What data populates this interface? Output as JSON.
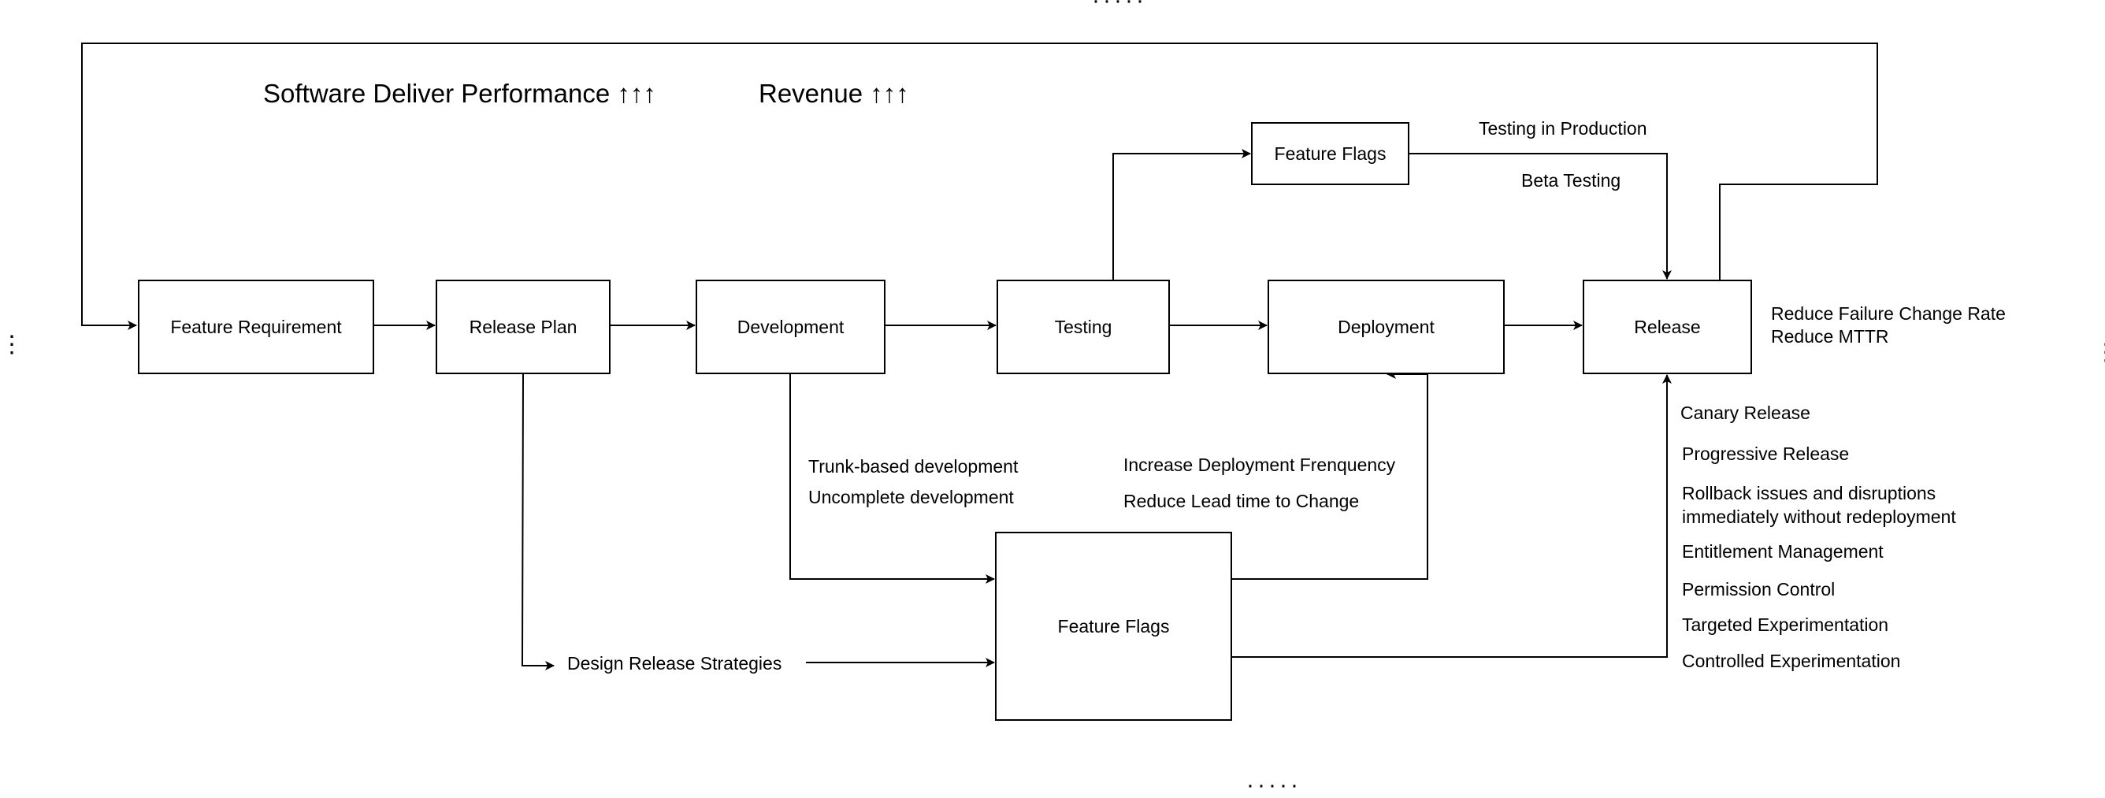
{
  "header": {
    "performance": "Software Deliver Performance ↑↑↑",
    "revenue": "Revenue ↑↑↑"
  },
  "nodes": {
    "feature_requirement": "Feature Requirement",
    "release_plan": "Release Plan",
    "development": "Development",
    "testing": "Testing",
    "deployment": "Deployment",
    "release": "Release",
    "feature_flags_top": "Feature Flags",
    "feature_flags_main": "Feature Flags",
    "design_release_strategies": "Design Release Strategies"
  },
  "labels": {
    "testing_in_production": "Testing in Production",
    "beta_testing": "Beta Testing",
    "trunk_based": "Trunk-based development",
    "uncomplete": "Uncomplete development",
    "increase_deploy_freq": "Increase Deployment Frenquency",
    "reduce_lead_time": "Reduce Lead time to Change",
    "reduce_failure": "Reduce Failure Change Rate",
    "reduce_mttr": "Reduce MTTR"
  },
  "release_benefits": [
    "Canary Release",
    "Progressive Release",
    "Rollback issues and disruptions",
    "immediately without redeployment",
    "Entitlement Management",
    "Permission Control",
    "Targeted Experimentation",
    "Controlled Experimentation"
  ],
  "ellipsis": {
    "top": "·····",
    "bottom": "·····",
    "left": "⋮",
    "right": "⋮"
  }
}
